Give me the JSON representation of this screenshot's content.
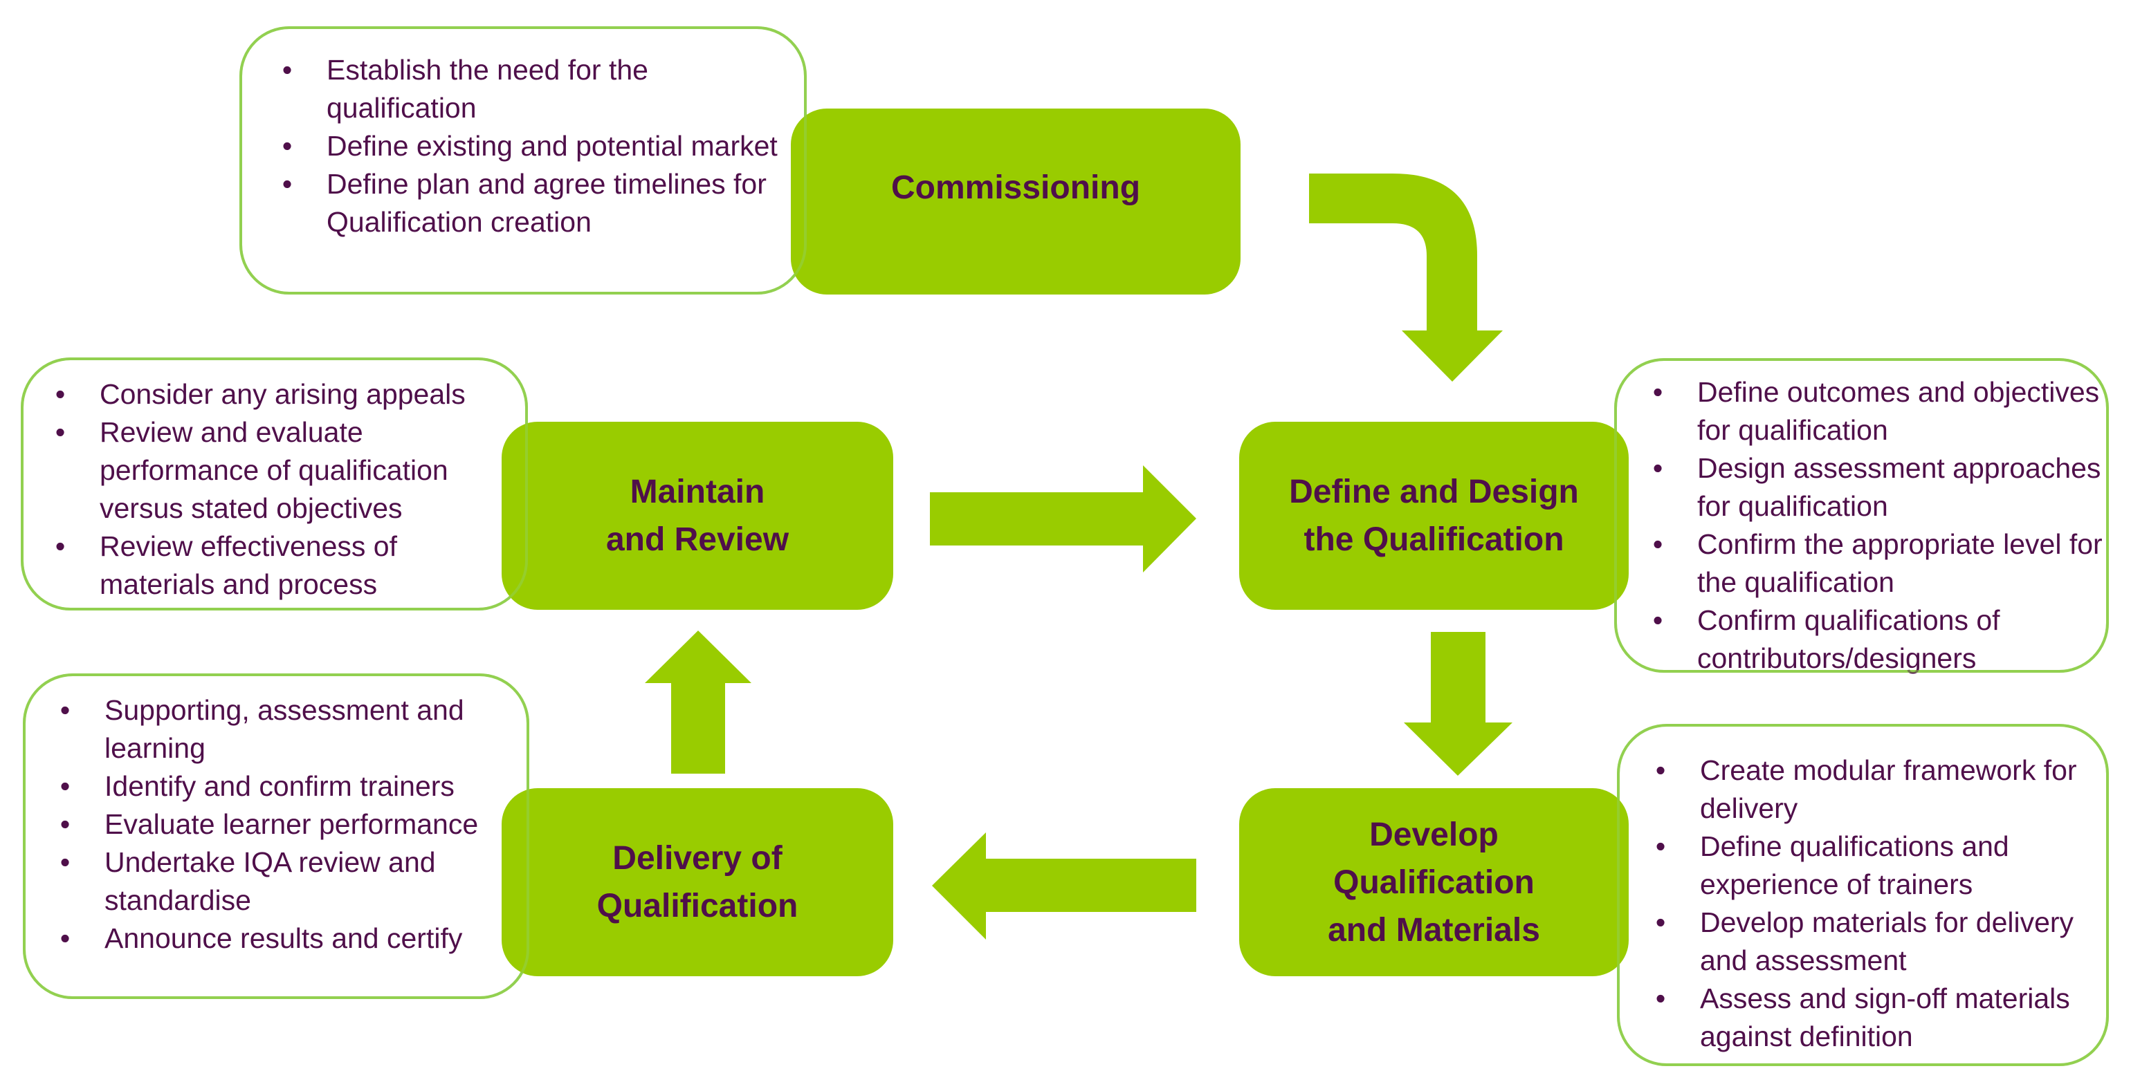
{
  "diagram": {
    "title": "",
    "colors": {
      "stage_fill": "#99CC00",
      "note_border": "#92D050",
      "text": "#4F0F4A",
      "arrow_fill": "#99CC00"
    },
    "stages": [
      {
        "id": "commissioning",
        "label": "Commissioning",
        "notes": [
          "Establish the need for the qualification",
          "Define existing and potential market",
          "Define plan and agree timelines for Qualification creation"
        ]
      },
      {
        "id": "define-design",
        "label": "Define and Design the Qualification",
        "notes": [
          "Define outcomes and objectives for qualification",
          "Design assessment approaches for qualification",
          "Confirm the appropriate level for the qualification",
          "Confirm qualifications of contributors/designers"
        ]
      },
      {
        "id": "develop",
        "label": "Develop Qualification and Materials",
        "notes": [
          "Create modular framework for delivery",
          "Define qualifications and experience of trainers",
          "Develop materials for delivery and assessment",
          "Assess and sign-off materials against definition"
        ]
      },
      {
        "id": "delivery",
        "label": "Delivery of Qualification",
        "notes": [
          "Supporting, assessment and learning",
          "Identify and confirm trainers",
          "Evaluate learner performance",
          "Undertake IQA review and standardise",
          "Announce results and certify"
        ]
      },
      {
        "id": "maintain-review",
        "label": "Maintain and Review",
        "notes": [
          "Consider any arising appeals",
          "Review and evaluate performance of qualification versus stated objectives",
          "Review effectiveness of materials and process"
        ]
      }
    ],
    "flow": [
      {
        "from": "commissioning",
        "to": "define-design",
        "icon": "curved-arrow-down-icon"
      },
      {
        "from": "define-design",
        "to": "develop",
        "icon": "arrow-down-icon"
      },
      {
        "from": "develop",
        "to": "delivery",
        "icon": "arrow-left-icon"
      },
      {
        "from": "delivery",
        "to": "maintain-review",
        "icon": "arrow-up-icon"
      },
      {
        "from": "maintain-review",
        "to": "define-design",
        "icon": "arrow-right-icon"
      }
    ],
    "bullet_glyph": "•"
  }
}
